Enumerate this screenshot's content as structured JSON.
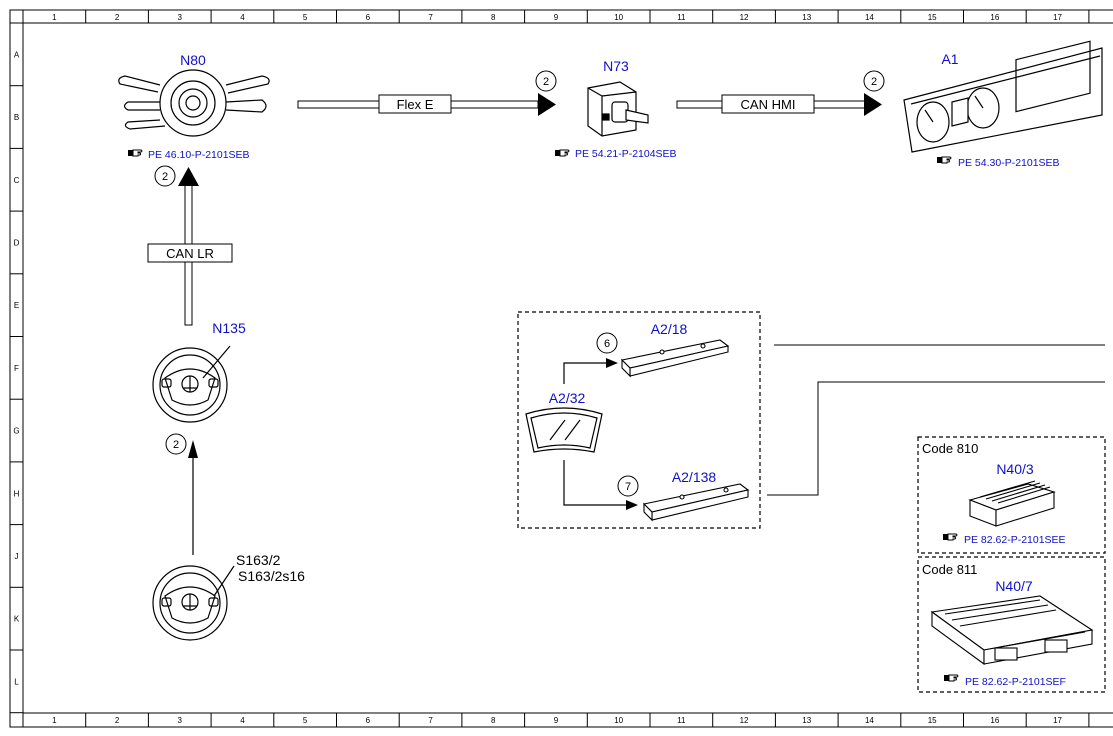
{
  "grid": {
    "columns": [
      "1",
      "2",
      "3",
      "4",
      "5",
      "6",
      "7",
      "8",
      "9",
      "10",
      "11",
      "12",
      "13",
      "14",
      "15",
      "16",
      "17"
    ],
    "rows": [
      "A",
      "B",
      "C",
      "D",
      "E",
      "F",
      "G",
      "H",
      "J",
      "K",
      "L"
    ]
  },
  "components": {
    "n80": {
      "label": "N80",
      "ref": "PE 46.10-P-2101SEB"
    },
    "n73": {
      "label": "N73",
      "ref": "PE 54.21-P-2104SEB"
    },
    "a1": {
      "label": "A1",
      "ref": "PE 54.30-P-2101SEB"
    },
    "n135": {
      "label": "N135"
    },
    "s163": {
      "label_1": "S163/2",
      "label_2": "S163/2s16"
    },
    "a2_18": {
      "label": "A2/18"
    },
    "a2_32": {
      "label": "A2/32"
    },
    "a2_138": {
      "label": "A2/138"
    },
    "n40_3": {
      "code": "Code 810",
      "label": "N40/3",
      "ref": "PE 82.62-P-2101SEE"
    },
    "n40_7": {
      "code": "Code 811",
      "label": "N40/7",
      "ref": "PE 82.62-P-2101SEF"
    }
  },
  "connections": {
    "flex_e": "Flex E",
    "can_hmi": "CAN HMI",
    "can_lr": "CAN LR",
    "markers": [
      "2",
      "2",
      "2",
      "2",
      "6",
      "7"
    ]
  },
  "colors": {
    "component_label": "#1010c8",
    "line": "#000000"
  },
  "icons": {
    "reference": "pointing-hand-icon"
  }
}
